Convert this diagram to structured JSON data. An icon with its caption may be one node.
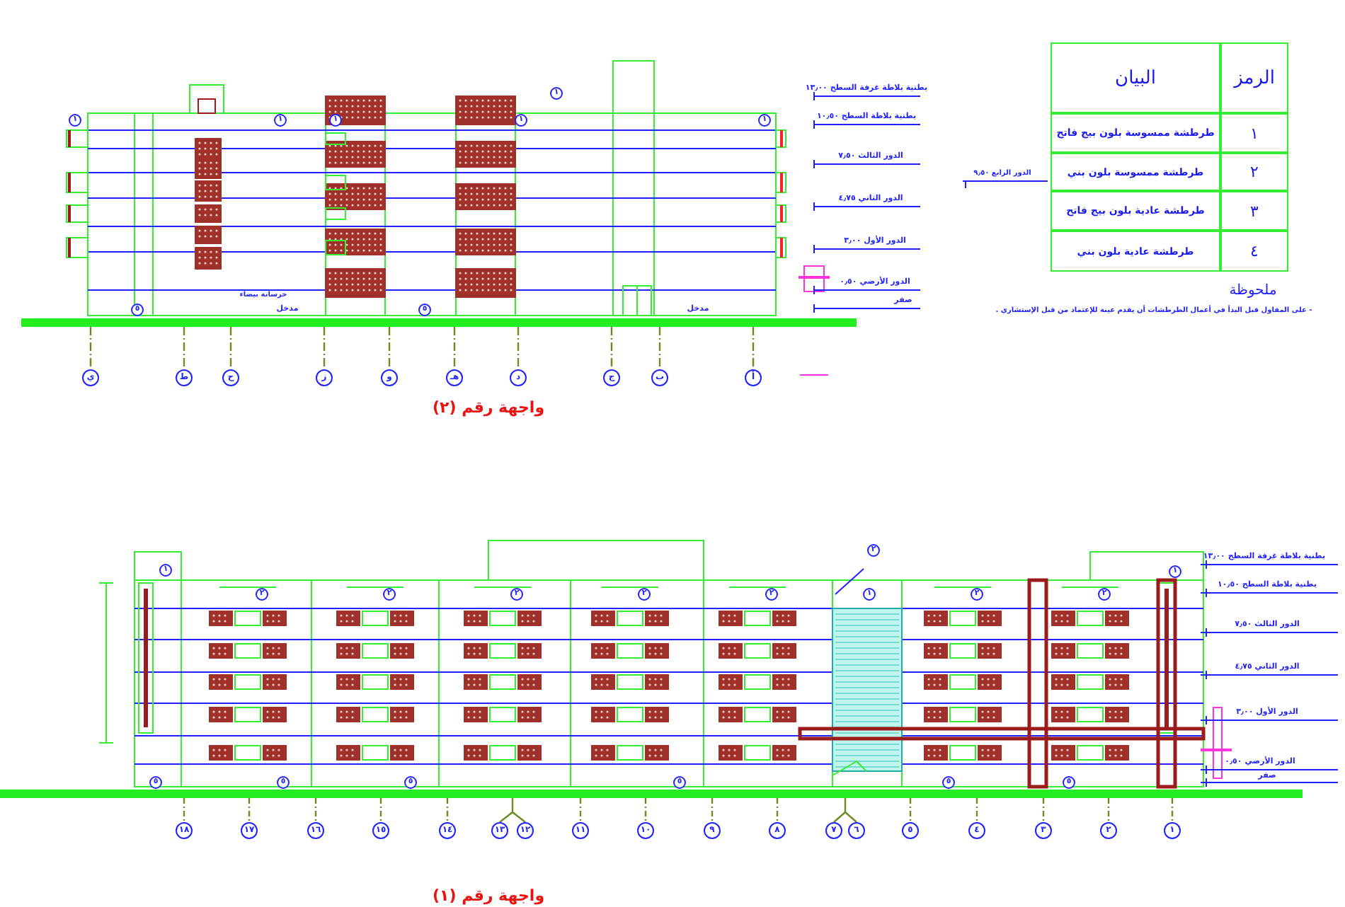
{
  "diagram": {
    "nodes": [
      {
        "text": [
          "١"
        ]
      },
      {
        "text": [
          "١"
        ]
      },
      {
        "text": [
          "١"
        ]
      },
      {
        "text": [
          "١"
        ]
      },
      {
        "text": [
          "١"
        ]
      },
      {
        "text": [
          "١"
        ]
      },
      {
        "text": [
          "٥"
        ]
      },
      {
        "text": [
          "٥"
        ]
      },
      {
        "text": [
          "ي"
        ]
      },
      {
        "text": [
          "ط"
        ]
      },
      {
        "text": [
          "ح"
        ]
      },
      {
        "text": [
          "ز"
        ]
      },
      {
        "text": [
          "و"
        ]
      },
      {
        "text": [
          "هـ"
        ]
      },
      {
        "text": [
          "د"
        ]
      },
      {
        "text": [
          "ج"
        ]
      },
      {
        "text": [
          "ب"
        ]
      },
      {
        "text": [
          "أ"
        ]
      },
      {
        "text": [
          "٢"
        ]
      },
      {
        "text": [
          "١"
        ]
      },
      {
        "text": [
          "١"
        ]
      },
      {
        "text": [
          "١"
        ]
      },
      {
        "text": [
          "٢"
        ]
      },
      {
        "text": [
          "٢"
        ]
      },
      {
        "text": [
          "٢"
        ]
      },
      {
        "text": [
          "٢"
        ]
      },
      {
        "text": [
          "٢"
        ]
      },
      {
        "text": [
          "٢"
        ]
      },
      {
        "text": [
          "٢"
        ]
      },
      {
        "text": [
          "٥"
        ]
      },
      {
        "text": [
          "٥"
        ]
      },
      {
        "text": [
          "٥"
        ]
      },
      {
        "text": [
          "٥"
        ]
      },
      {
        "text": [
          "٥"
        ]
      },
      {
        "text": [
          "٥"
        ]
      },
      {
        "text": [
          "١٨"
        ]
      },
      {
        "text": [
          "١٧"
        ]
      },
      {
        "text": [
          "١٦"
        ]
      },
      {
        "text": [
          "١٥"
        ]
      },
      {
        "text": [
          "١٤"
        ]
      },
      {
        "text": [
          "١٣"
        ]
      },
      {
        "text": [
          "١٢"
        ]
      },
      {
        "text": [
          "١١"
        ]
      },
      {
        "text": [
          "١٠"
        ]
      },
      {
        "text": [
          "٩"
        ]
      },
      {
        "text": [
          "٨"
        ]
      },
      {
        "text": [
          "٧"
        ]
      },
      {
        "text": [
          "٦"
        ]
      },
      {
        "text": [
          "٥"
        ]
      },
      {
        "text": [
          "٤"
        ]
      },
      {
        "text": [
          "٣"
        ]
      },
      {
        "text": [
          "٢"
        ]
      },
      {
        "text": [
          "١"
        ]
      }
    ],
    "labels": [
      "الرمز",
      "البيان",
      "١",
      "طرطشة ممسوسة بلون بيج فاتح",
      "٢",
      "طرطشة ممسوسة بلون بني",
      "٣",
      "طرطشة عادية بلون بيج فاتح",
      "٤",
      "طرطشة عادية بلون بني",
      "ملحوظة",
      "- على المقاول قبل البدأ في أعمال الطرطشات أن يقدم عينة للإعتماد من قبل الإستشاري .",
      "بطنية بلاطة غرفة السطح ١٣٫٠٠",
      "بطنية بلاطة السطح ١٠٫٥٠",
      "الدور الثالث ٧٫٥٠",
      "الدور الثاني ٤٫٧٥",
      "الدور الأول ٣٫٠٠",
      "الدور الأرضي ٠٫٥٠",
      "صفر",
      "الدور الرابع ٩٫٥٠",
      "خرسانة بيضاء",
      "مدخل",
      "مدخل",
      "واجهة رقم (٢)",
      "بطنية بلاطة غرفة السطح ١٣٫٠٠",
      "بطنية بلاطة السطح ١٠٫٥٠",
      "الدور الثالث ٧٫٥٠",
      "الدور الثاني ٤٫٧٥",
      "الدور الأول ٣٫٠٠",
      "الدور الأرضي ٠٫٥٠",
      "صفر",
      "واجهة رقم (١)"
    ]
  }
}
